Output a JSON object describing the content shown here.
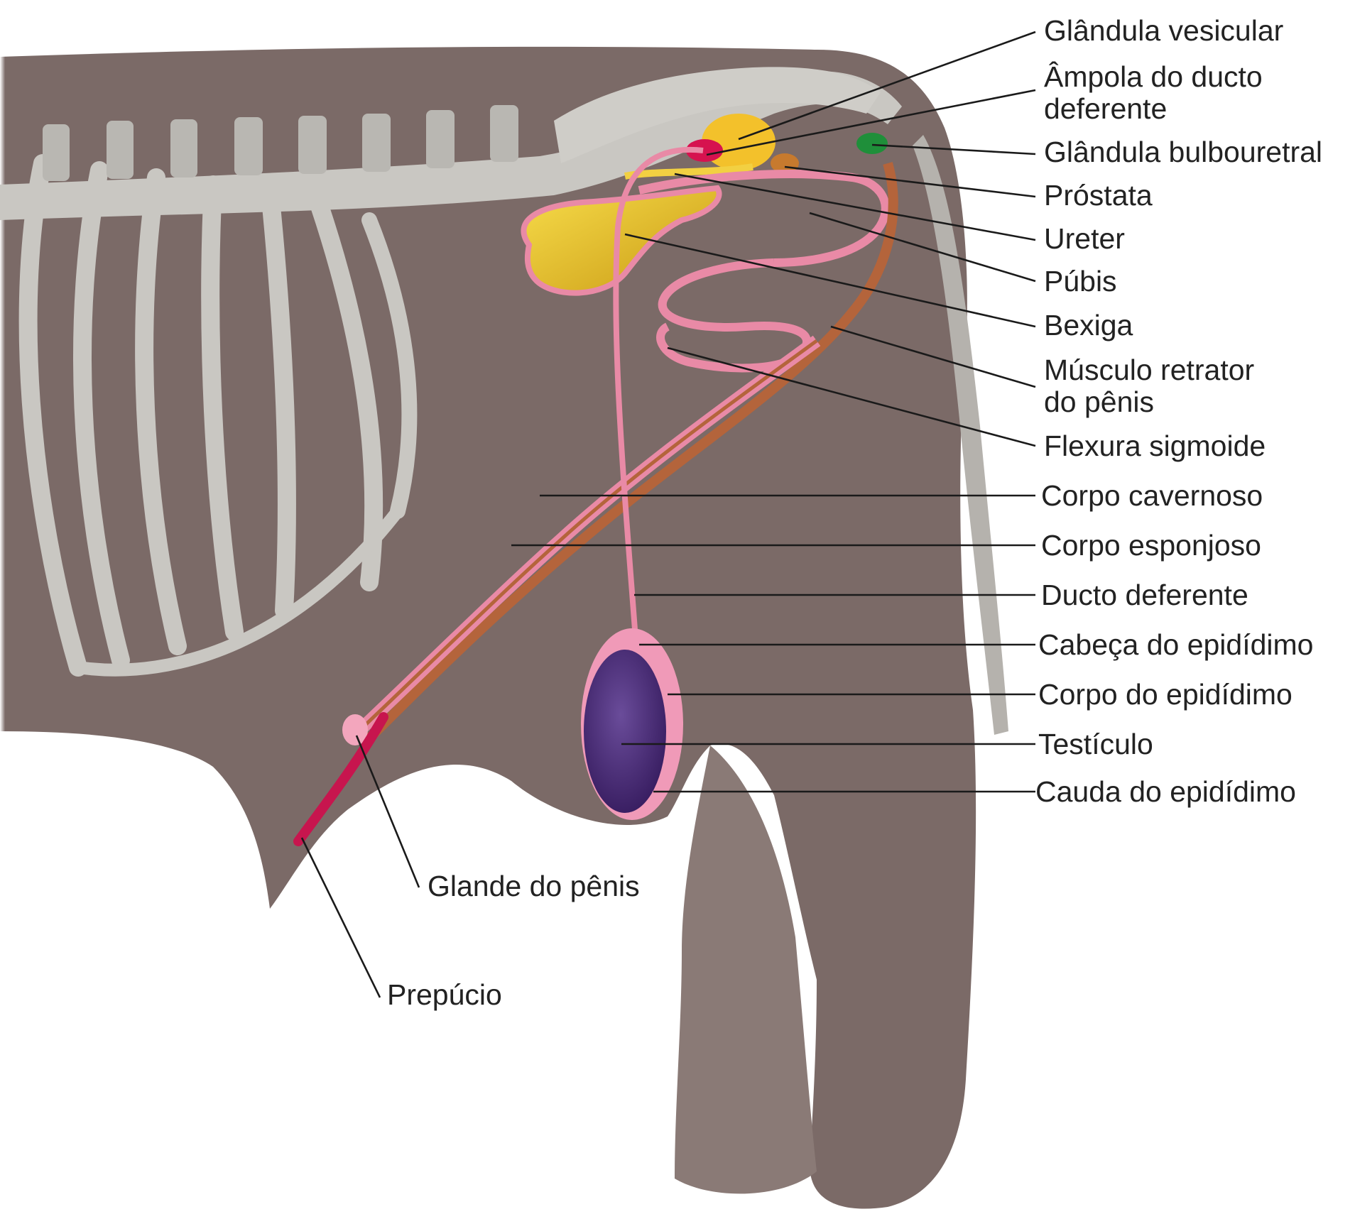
{
  "labels": {
    "glandula_vesicular": "Glândula vesicular",
    "ampola_line1": "Âmpola do ducto",
    "ampola_line2": "deferente",
    "glandula_bulbouretral": "Glândula bulbouretral",
    "prostata": "Próstata",
    "ureter": "Ureter",
    "pubis": "Púbis",
    "bexiga": "Bexiga",
    "musculo_line1": "Músculo retrator",
    "musculo_line2": "do pênis",
    "flexura_sigmoide": "Flexura sigmoide",
    "corpo_cavernoso": "Corpo cavernoso",
    "corpo_esponjoso": "Corpo esponjoso",
    "ducto_deferente": "Ducto deferente",
    "cabeca_epididimo": "Cabeça do epidídimo",
    "corpo_epididimo": "Corpo do epidídimo",
    "testiculo": "Testículo",
    "cauda_epididimo": "Cauda do epidídimo",
    "glande_penis": "Glande do pênis",
    "prepucio": "Prepúcio"
  },
  "colors": {
    "body": "#7b6a67",
    "bone": "#c9c7c2",
    "vesicular": "#f3c12b",
    "bladder": "#efd02c",
    "urethra": "#e98aa6",
    "retractor": "#b4643b",
    "bulbourethral": "#1f8f3a",
    "testis": "#4b2c78"
  }
}
